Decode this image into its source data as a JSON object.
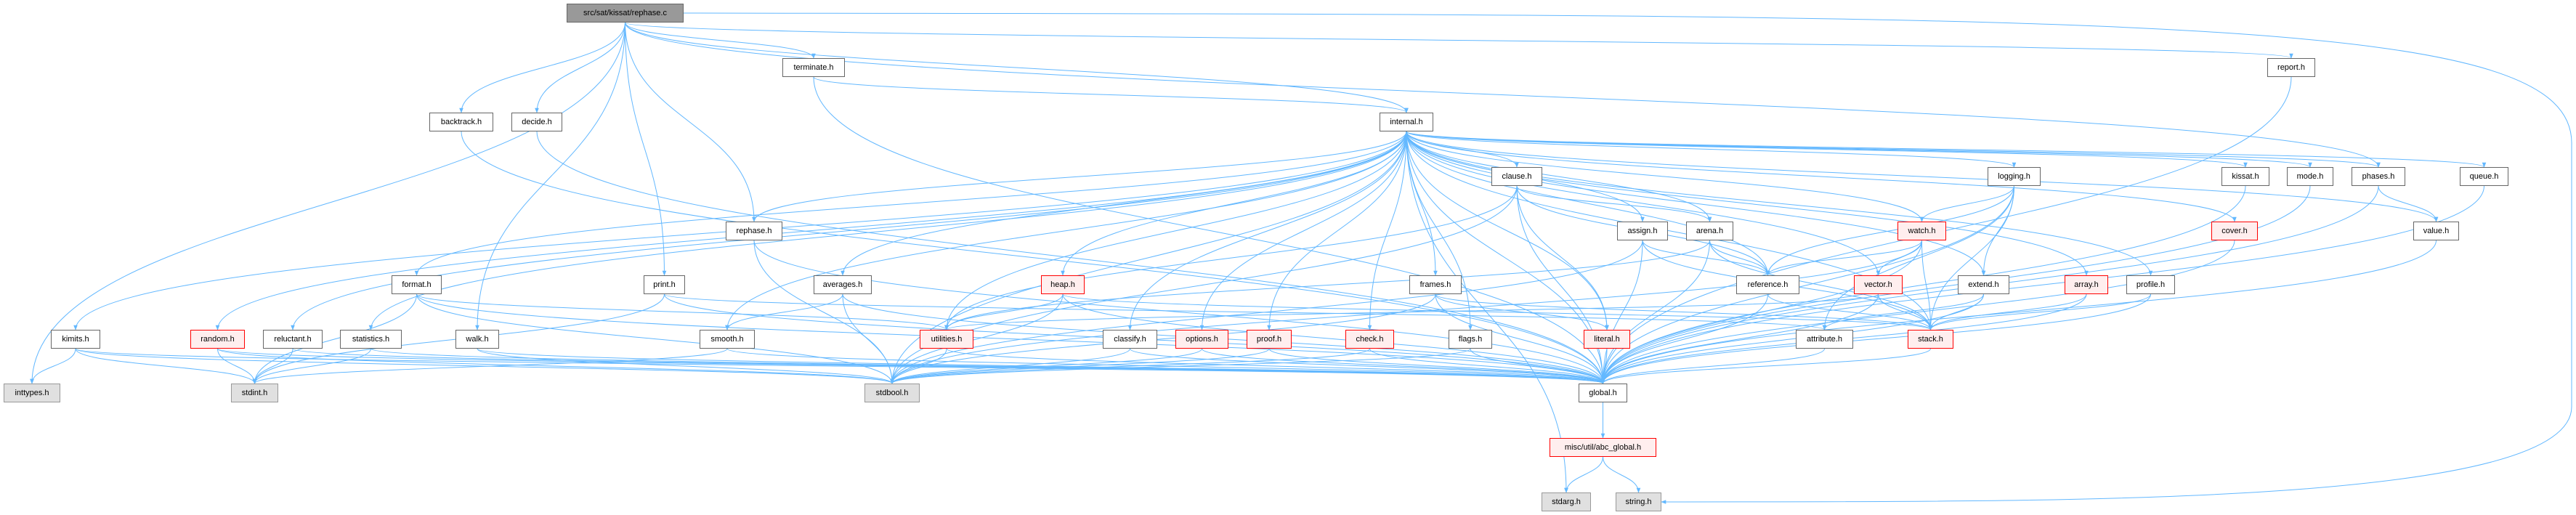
{
  "graph": {
    "title": "src/sat/kissat/rephase.c",
    "edge_color": "#63b8ff",
    "nodes": [
      {
        "id": "root",
        "label": "src/sat/kissat/rephase.c",
        "style": "root"
      },
      {
        "id": "terminate",
        "label": "terminate.h",
        "style": "normal"
      },
      {
        "id": "report",
        "label": "report.h",
        "style": "normal"
      },
      {
        "id": "backtrack",
        "label": "backtrack.h",
        "style": "normal"
      },
      {
        "id": "decide",
        "label": "decide.h",
        "style": "normal"
      },
      {
        "id": "internal",
        "label": "internal.h",
        "style": "normal"
      },
      {
        "id": "clause",
        "label": "clause.h",
        "style": "normal"
      },
      {
        "id": "logging",
        "label": "logging.h",
        "style": "normal"
      },
      {
        "id": "kissat",
        "label": "kissat.h",
        "style": "normal"
      },
      {
        "id": "mode",
        "label": "mode.h",
        "style": "normal"
      },
      {
        "id": "phases",
        "label": "phases.h",
        "style": "normal"
      },
      {
        "id": "queue",
        "label": "queue.h",
        "style": "normal"
      },
      {
        "id": "rephaseh",
        "label": "rephase.h",
        "style": "normal"
      },
      {
        "id": "assign",
        "label": "assign.h",
        "style": "normal"
      },
      {
        "id": "arena",
        "label": "arena.h",
        "style": "normal"
      },
      {
        "id": "watch",
        "label": "watch.h",
        "style": "red"
      },
      {
        "id": "cover",
        "label": "cover.h",
        "style": "red"
      },
      {
        "id": "value",
        "label": "value.h",
        "style": "normal"
      },
      {
        "id": "format",
        "label": "format.h",
        "style": "normal"
      },
      {
        "id": "print",
        "label": "print.h",
        "style": "normal"
      },
      {
        "id": "averages",
        "label": "averages.h",
        "style": "normal"
      },
      {
        "id": "heap",
        "label": "heap.h",
        "style": "red"
      },
      {
        "id": "frames",
        "label": "frames.h",
        "style": "normal"
      },
      {
        "id": "reference",
        "label": "reference.h",
        "style": "normal"
      },
      {
        "id": "vector",
        "label": "vector.h",
        "style": "red"
      },
      {
        "id": "extend",
        "label": "extend.h",
        "style": "normal"
      },
      {
        "id": "array",
        "label": "array.h",
        "style": "red"
      },
      {
        "id": "profile",
        "label": "profile.h",
        "style": "normal"
      },
      {
        "id": "kimits",
        "label": "kimits.h",
        "style": "normal"
      },
      {
        "id": "random",
        "label": "random.h",
        "style": "red"
      },
      {
        "id": "reluctant",
        "label": "reluctant.h",
        "style": "normal"
      },
      {
        "id": "statistics",
        "label": "statistics.h",
        "style": "normal"
      },
      {
        "id": "walk",
        "label": "walk.h",
        "style": "normal"
      },
      {
        "id": "smooth",
        "label": "smooth.h",
        "style": "normal"
      },
      {
        "id": "utilities",
        "label": "utilities.h",
        "style": "red"
      },
      {
        "id": "classify",
        "label": "classify.h",
        "style": "normal"
      },
      {
        "id": "options",
        "label": "options.h",
        "style": "red"
      },
      {
        "id": "proof",
        "label": "proof.h",
        "style": "red"
      },
      {
        "id": "check",
        "label": "check.h",
        "style": "red"
      },
      {
        "id": "flags",
        "label": "flags.h",
        "style": "normal"
      },
      {
        "id": "literal",
        "label": "literal.h",
        "style": "red"
      },
      {
        "id": "attribute",
        "label": "attribute.h",
        "style": "normal"
      },
      {
        "id": "stack",
        "label": "stack.h",
        "style": "red"
      },
      {
        "id": "inttypes",
        "label": "inttypes.h",
        "style": "gray"
      },
      {
        "id": "stdint",
        "label": "stdint.h",
        "style": "gray"
      },
      {
        "id": "stdbool",
        "label": "stdbool.h",
        "style": "gray"
      },
      {
        "id": "global",
        "label": "global.h",
        "style": "normal"
      },
      {
        "id": "abc_global",
        "label": "misc/util/abc_global.h",
        "style": "red"
      },
      {
        "id": "stdarg",
        "label": "stdarg.h",
        "style": "gray"
      },
      {
        "id": "string",
        "label": "string.h",
        "style": "gray"
      }
    ],
    "edges": [
      [
        "root",
        "terminate"
      ],
      [
        "root",
        "backtrack"
      ],
      [
        "root",
        "decide"
      ],
      [
        "root",
        "rephaseh"
      ],
      [
        "root",
        "print"
      ],
      [
        "root",
        "walk"
      ],
      [
        "root",
        "inttypes"
      ],
      [
        "root",
        "internal"
      ],
      [
        "root",
        "report"
      ],
      [
        "root",
        "string"
      ],
      [
        "root",
        "phases"
      ],
      [
        "terminate",
        "internal"
      ],
      [
        "terminate",
        "global"
      ],
      [
        "backtrack",
        "global"
      ],
      [
        "decide",
        "global"
      ],
      [
        "internal",
        "clause"
      ],
      [
        "internal",
        "assign"
      ],
      [
        "internal",
        "arena"
      ],
      [
        "internal",
        "heap"
      ],
      [
        "internal",
        "frames"
      ],
      [
        "internal",
        "utilities"
      ],
      [
        "internal",
        "classify"
      ],
      [
        "internal",
        "options"
      ],
      [
        "internal",
        "proof"
      ],
      [
        "internal",
        "check"
      ],
      [
        "internal",
        "flags"
      ],
      [
        "internal",
        "literal"
      ],
      [
        "internal",
        "global"
      ],
      [
        "internal",
        "stdbool"
      ],
      [
        "internal",
        "stdarg"
      ],
      [
        "internal",
        "logging"
      ],
      [
        "internal",
        "kissat"
      ],
      [
        "internal",
        "mode"
      ],
      [
        "internal",
        "phases"
      ],
      [
        "internal",
        "queue"
      ],
      [
        "internal",
        "value"
      ],
      [
        "internal",
        "cover"
      ],
      [
        "internal",
        "watch"
      ],
      [
        "internal",
        "reference"
      ],
      [
        "internal",
        "vector"
      ],
      [
        "internal",
        "extend"
      ],
      [
        "internal",
        "array"
      ],
      [
        "internal",
        "profile"
      ],
      [
        "internal",
        "stack"
      ],
      [
        "internal",
        "format"
      ],
      [
        "internal",
        "kimits"
      ],
      [
        "internal",
        "random"
      ],
      [
        "internal",
        "reluctant"
      ],
      [
        "internal",
        "statistics"
      ],
      [
        "internal",
        "smooth"
      ],
      [
        "internal",
        "averages"
      ],
      [
        "internal",
        "rephaseh"
      ],
      [
        "clause",
        "arena"
      ],
      [
        "clause",
        "reference"
      ],
      [
        "clause",
        "literal"
      ],
      [
        "clause",
        "global"
      ],
      [
        "clause",
        "stdbool"
      ],
      [
        "clause",
        "utilities"
      ],
      [
        "assign",
        "reference"
      ],
      [
        "assign",
        "stdbool"
      ],
      [
        "assign",
        "global"
      ],
      [
        "assign",
        "stack"
      ],
      [
        "arena",
        "reference"
      ],
      [
        "arena",
        "stack"
      ],
      [
        "arena",
        "global"
      ],
      [
        "arena",
        "utilities"
      ],
      [
        "heap",
        "utilities"
      ],
      [
        "heap",
        "stack"
      ],
      [
        "heap",
        "global"
      ],
      [
        "heap",
        "stdbool"
      ],
      [
        "frames",
        "literal"
      ],
      [
        "frames",
        "stack"
      ],
      [
        "frames",
        "global"
      ],
      [
        "frames",
        "stdbool"
      ],
      [
        "utilities",
        "global"
      ],
      [
        "utilities",
        "stdbool"
      ],
      [
        "classify",
        "global"
      ],
      [
        "classify",
        "stdbool"
      ],
      [
        "options",
        "global"
      ],
      [
        "options",
        "stdbool"
      ],
      [
        "proof",
        "global"
      ],
      [
        "proof",
        "stdbool"
      ],
      [
        "check",
        "global"
      ],
      [
        "check",
        "stdbool"
      ],
      [
        "flags",
        "global"
      ],
      [
        "flags",
        "stdbool"
      ],
      [
        "literal",
        "global"
      ],
      [
        "global",
        "abc_global"
      ],
      [
        "abc_global",
        "stdarg"
      ],
      [
        "abc_global",
        "string"
      ],
      [
        "logging",
        "watch"
      ],
      [
        "logging",
        "reference"
      ],
      [
        "logging",
        "extend"
      ],
      [
        "logging",
        "attribute"
      ],
      [
        "logging",
        "global"
      ],
      [
        "logging",
        "stack"
      ],
      [
        "watch",
        "vector"
      ],
      [
        "watch",
        "reference"
      ],
      [
        "watch",
        "stack"
      ],
      [
        "watch",
        "global"
      ],
      [
        "watch",
        "stdbool"
      ],
      [
        "vector",
        "stack"
      ],
      [
        "vector",
        "global"
      ],
      [
        "vector",
        "utilities"
      ],
      [
        "reference",
        "stack"
      ],
      [
        "reference",
        "global"
      ],
      [
        "extend",
        "stack"
      ],
      [
        "extend",
        "global"
      ],
      [
        "extend",
        "attribute"
      ],
      [
        "array",
        "stack"
      ],
      [
        "array",
        "global"
      ],
      [
        "profile",
        "stack"
      ],
      [
        "profile",
        "global"
      ],
      [
        "attribute",
        "global"
      ],
      [
        "stack",
        "global"
      ],
      [
        "kissat",
        "global"
      ],
      [
        "mode",
        "global"
      ],
      [
        "cover",
        "global"
      ],
      [
        "value",
        "global"
      ],
      [
        "queue",
        "global"
      ],
      [
        "phases",
        "value"
      ],
      [
        "phases",
        "global"
      ],
      [
        "report",
        "global"
      ],
      [
        "format",
        "utilities"
      ],
      [
        "format",
        "stdint"
      ],
      [
        "format",
        "global"
      ],
      [
        "format",
        "stdbool"
      ],
      [
        "print",
        "attribute"
      ],
      [
        "print",
        "stdint"
      ],
      [
        "print",
        "global"
      ],
      [
        "rephaseh",
        "global"
      ],
      [
        "rephaseh",
        "stdbool"
      ],
      [
        "random",
        "stdint"
      ],
      [
        "random",
        "stdbool"
      ],
      [
        "random",
        "global"
      ],
      [
        "kimits",
        "inttypes"
      ],
      [
        "kimits",
        "stdint"
      ],
      [
        "kimits",
        "stdbool"
      ],
      [
        "kimits",
        "global"
      ],
      [
        "reluctant",
        "stdint"
      ],
      [
        "reluctant",
        "global"
      ],
      [
        "statistics",
        "stdint"
      ],
      [
        "statistics",
        "global"
      ],
      [
        "walk",
        "global"
      ],
      [
        "walk",
        "stdbool"
      ],
      [
        "smooth",
        "stdint"
      ],
      [
        "smooth",
        "global"
      ],
      [
        "averages",
        "smooth"
      ],
      [
        "averages",
        "stdbool"
      ],
      [
        "averages",
        "global"
      ]
    ]
  }
}
